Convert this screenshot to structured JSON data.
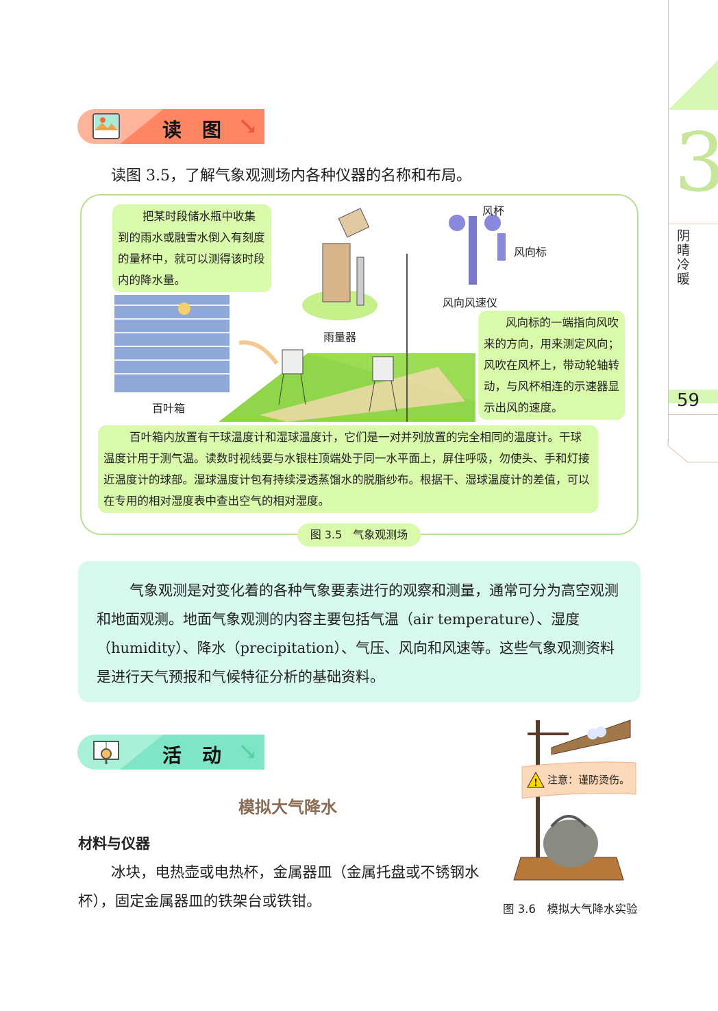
{
  "sidebar": {
    "chapter_number": "3",
    "chapter_title": "阴晴冷暖",
    "page_number": "59"
  },
  "read_figure": {
    "header": "读图",
    "intro": "读图 3.5，了解气象观测场内各种仪器的名称和布局。",
    "callouts": {
      "rain": "把某时段储水瓶中收集到的雨水或融雪水倒入有刻度的量杯中，就可以测得该时段内的降水量。",
      "wind": "风向标的一端指向风吹来的方向，用来测定风向；风吹在风杯上，带动轮轴转动，与风杯相连的示速器显示出风的速度。",
      "shutter": "百叶箱内放置有干球温度计和湿球温度计，它们是一对并列放置的完全相同的温度计。干球温度计用于测气温。读数时视线要与水银柱顶端处于同一水平面上，屏住呼吸，勿使头、手和灯接近温度计的球部。湿球温度计包有持续浸透蒸馏水的脱脂纱布。根据干、湿球温度计的差值，可以在专用的相对湿度表中查出空气的相对湿度。"
    },
    "labels": {
      "wind_cup": "风杯",
      "wind_vane": "风向标",
      "anemometer": "风向风速仪",
      "rain_gauge": "雨量器",
      "shutter_box": "百叶箱"
    },
    "caption": "图 3.5　气象观测场"
  },
  "body_text": "气象观测是对变化着的各种气象要素进行的观察和测量，通常可分为高空观测和地面观测。地面气象观测的内容主要包括气温（air temperature）、湿度（humidity）、降水（precipitation）、气压、风向和风速等。这些气象观测资料是进行天气预报和气候特征分析的基础资料。",
  "activity": {
    "header": "活动",
    "title": "模拟大气降水",
    "materials_heading": "材料与仪器",
    "materials_text": "冰块，电热壶或电热杯，金属器皿（金属托盘或不锈钢水杯），固定金属器皿的铁架台或铁钳。",
    "warning": "注意：谨防烫伤。",
    "caption": "图 3.6　模拟大气降水实验"
  }
}
